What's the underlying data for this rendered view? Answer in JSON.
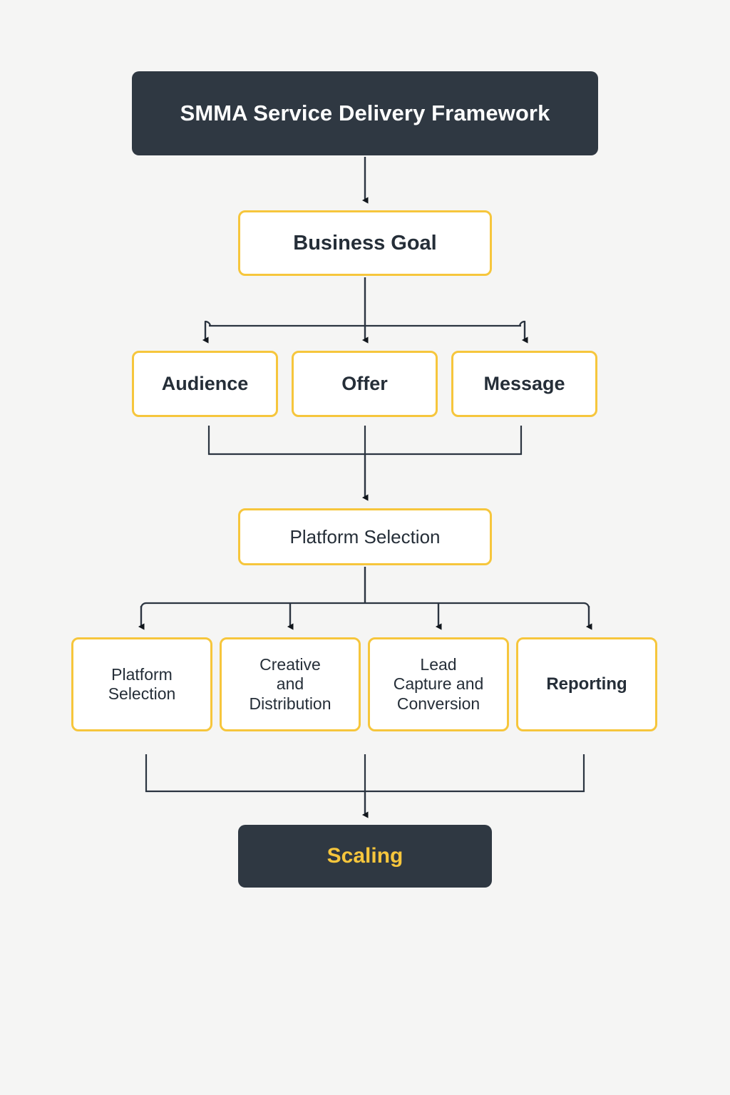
{
  "diagram": {
    "title": "SMMA Service Delivery Framework",
    "background_color": "#f5f5f4",
    "accent_color": "#f6c63c",
    "dark_color": "#2f3842",
    "connector_color": "#2b3440",
    "nodes": {
      "title": {
        "label": "SMMA Service Delivery Framework",
        "style": "dark-header"
      },
      "goal": {
        "label": "Business Goal",
        "style": "accent-outline-bold"
      },
      "audience": {
        "label": "Audience",
        "style": "accent-outline-bold"
      },
      "offer": {
        "label": "Offer",
        "style": "accent-outline-bold"
      },
      "message": {
        "label": "Message",
        "style": "accent-outline-bold"
      },
      "platform_selection": {
        "label": "Platform Selection",
        "style": "accent-outline-regular"
      },
      "pillar_1": {
        "label": "Platform\nSelection",
        "style": "accent-outline-regular"
      },
      "pillar_2": {
        "label": "Creative\nand\nDistribution",
        "style": "accent-outline-regular"
      },
      "pillar_3": {
        "label": "Lead\nCapture and\nConversion",
        "style": "accent-outline-regular"
      },
      "pillar_4": {
        "label": "Reporting",
        "style": "accent-outline-bold"
      },
      "scaling": {
        "label": "Scaling",
        "style": "dark-accent-text"
      }
    },
    "edges": [
      {
        "from": "title",
        "to": "goal",
        "kind": "straight-arrow"
      },
      {
        "from": "goal",
        "to": "audience",
        "kind": "fan-out-arrow"
      },
      {
        "from": "goal",
        "to": "offer",
        "kind": "fan-out-arrow"
      },
      {
        "from": "goal",
        "to": "message",
        "kind": "fan-out-arrow"
      },
      {
        "from": "audience",
        "to": "platform_selection",
        "kind": "merge"
      },
      {
        "from": "offer",
        "to": "platform_selection",
        "kind": "merge"
      },
      {
        "from": "message",
        "to": "platform_selection",
        "kind": "merge"
      },
      {
        "from": "platform_selection",
        "to": "pillar_1",
        "kind": "fan-out-arrow"
      },
      {
        "from": "platform_selection",
        "to": "pillar_2",
        "kind": "fan-out-arrow"
      },
      {
        "from": "platform_selection",
        "to": "pillar_3",
        "kind": "fan-out-arrow"
      },
      {
        "from": "platform_selection",
        "to": "pillar_4",
        "kind": "fan-out-arrow"
      },
      {
        "from": "pillar_1",
        "to": "scaling",
        "kind": "merge"
      },
      {
        "from": "pillar_2",
        "to": "scaling",
        "kind": "merge"
      },
      {
        "from": "pillar_3",
        "to": "scaling",
        "kind": "merge"
      },
      {
        "from": "pillar_4",
        "to": "scaling",
        "kind": "merge"
      }
    ]
  }
}
